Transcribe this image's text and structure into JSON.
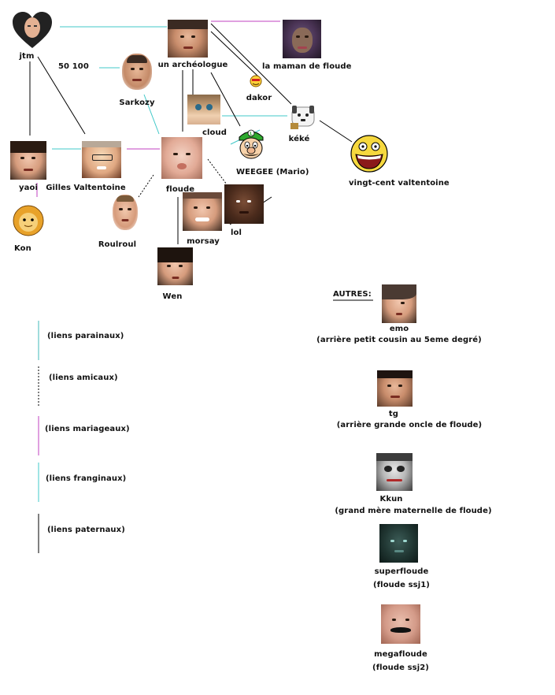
{
  "people": {
    "jtm": "jtm",
    "cinquante_cent": "50 100",
    "archeologue": "un archéologue",
    "maman": "la maman de floude",
    "sarkozy": "Sarkozy",
    "dakor": "dakor",
    "cloud": "cloud",
    "keke": "kéké",
    "weegee": "WEEGEE (Mario)",
    "vingt_cent": "vingt-cent valtentoine",
    "yaoi": "yaoi",
    "gilles": "Gilles Valtentoine",
    "floude": "floude",
    "kon": "Kon",
    "roulroul": "Roulroul",
    "morsay": "morsay",
    "lol": "lol",
    "wen": "Wen"
  },
  "legend": {
    "parrainage": "(liens parainaux)",
    "amical": "(liens amicaux)",
    "mariage": "(liens mariageaux)",
    "fratrie": "(liens franginaux)",
    "paternel": "(liens paternaux)"
  },
  "autres": {
    "header": "AUTRES:",
    "emo_name": "emo",
    "emo_desc": "(arrière petit cousin au 5eme degré)",
    "tg_name": "tg",
    "tg_desc": "(arrière grande oncle de floude)",
    "kkun_name": "Kkun",
    "kkun_desc": "(grand mère maternelle de floude)",
    "superfloude_name": "superfloude",
    "superfloude_desc": "(floude ssj1)",
    "megafloude_name": "megafloude",
    "megafloude_desc": "(floude ssj2)"
  },
  "colors": {
    "parrainage": "#40b8b8",
    "amical": "#000000",
    "mariage": "#c040c0",
    "fratrie": "#40c8c8",
    "paternel": "#000000"
  }
}
